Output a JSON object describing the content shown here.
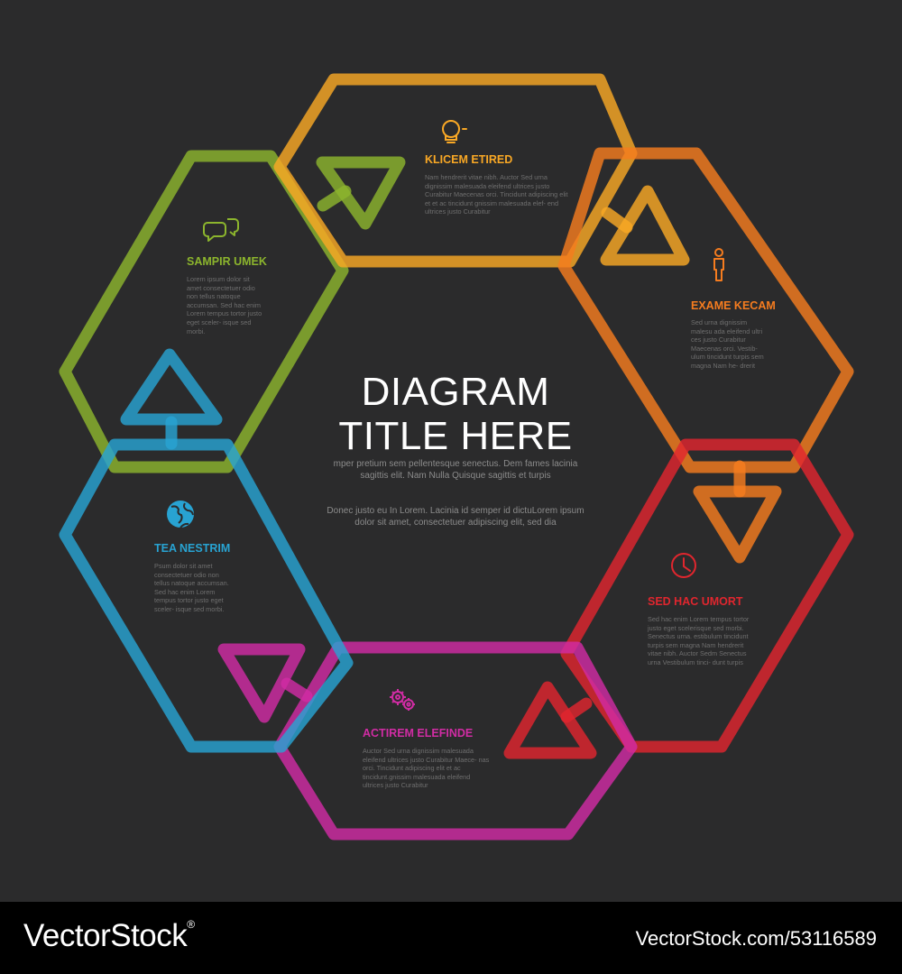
{
  "diagram": {
    "title_line1": "DIAGRAM",
    "title_line2": "TITLE HERE",
    "intro_paragraph1": "mper pretium sem pellentesque senectus. Dem fames lacinia sagittis elit. Nam Nulla Quisque sagittis et turpis",
    "intro_paragraph2": "Donec justo eu In Lorem. Lacinia id semper id dictuLorem ipsum dolor sit amet, consectetuer adipiscing elit, sed dia",
    "background_color": "#2b2b2c",
    "segments": [
      {
        "id": "top",
        "title": "KLICEM ETIRED",
        "body": "Nam hendrerit vitae nibh. Auctor Sed urna dignissim malesuada eleifend ultrices justo Curabitur Maecenas orci. Tincidunt adipiscing elit et et ac tincidunt gnissim malesuada elef- end ultrices justo Curabitur",
        "icon": "lightbulb-icon",
        "color": "#f9a825"
      },
      {
        "id": "top-right",
        "title": "EXAME KECAM",
        "body": "Sed urna dignissim malesu ada eleifend ultri ces justo Curabitur Maecenas orci. Vestib- ulum tincidunt turpis sem magna Nam he- drerit",
        "icon": "person-icon",
        "color": "#f57c1f"
      },
      {
        "id": "bottom-right",
        "title": "SED HAC UMORT",
        "body": "Sed hac enim Lorem tempus tortor justo eget scelerisque sed morbi. Senectus urna. estibulum tincidunt turpis sem magna Nam hendrerit vitae nibh. Auctor Sedm Senectus urna Vestibulum tinci- dunt turpis",
        "icon": "clock-icon",
        "color": "#e0262e"
      },
      {
        "id": "bottom",
        "title": "ACTIREM ELEFINDE",
        "body": "Auctor Sed urna dignissim malesuada eleifend ultrices justo Curabitur Maece- nas orci. Tincidunt adipiscing elit et ac tincidunt.gnissim malesuada eleifend ultrices justo Curabitur",
        "icon": "gears-icon",
        "color": "#d12ca4"
      },
      {
        "id": "bottom-left",
        "title": "TEA NESTRIM",
        "body": "Psum dolor sit amet consectetuer odio non tellus natoque accumsan. Sed hac enim Lorem tempus tortor justo eget sceler- isque sed morbi.",
        "icon": "globe-icon",
        "color": "#28a3d2"
      },
      {
        "id": "top-left",
        "title": "SAMPIR UMEK",
        "body": "Lorem ipsum dolor sit amet consectetuer odio non tellus natoque accumsan. Sed hac enim Lorem tempus tortor justo eget sceler- isque sed morbi.",
        "icon": "speech-bubbles-icon",
        "color": "#8cb52d"
      }
    ]
  },
  "watermark": {
    "brand": "VectorStock",
    "registered_mark": "®",
    "url": "VectorStock.com/53116589"
  }
}
